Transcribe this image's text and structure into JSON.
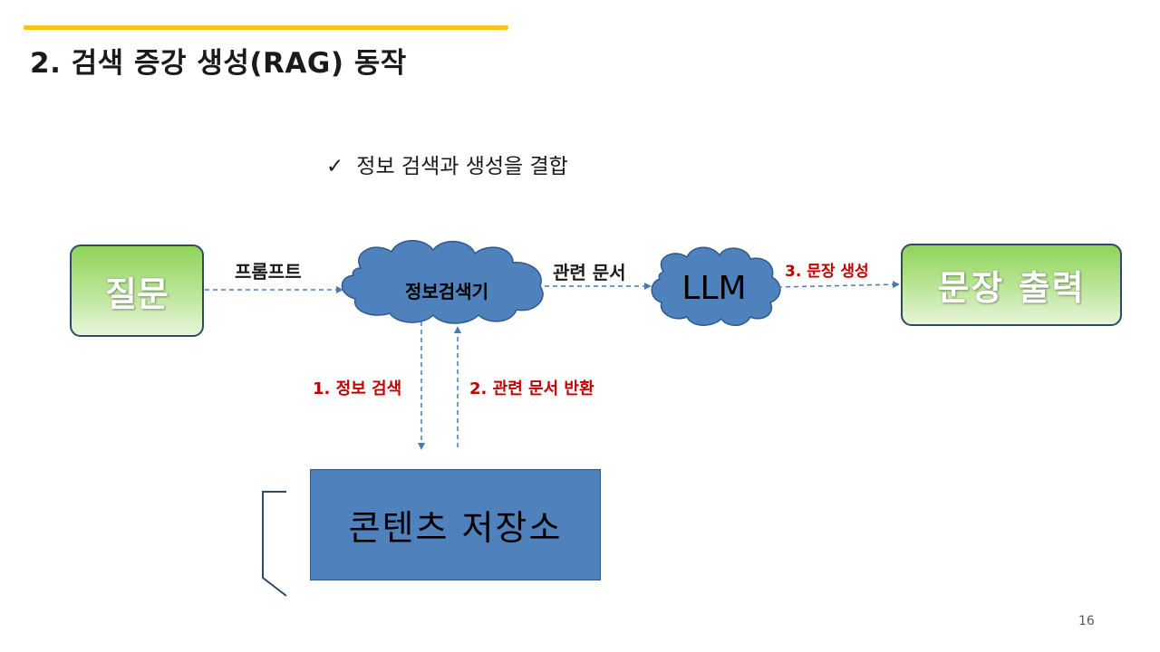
{
  "slide": {
    "title": "2. 검색 증강 생성(RAG) 동작",
    "subtitle_check": "✓",
    "subtitle": "정보 검색과 생성을 결합",
    "page_number": "16"
  },
  "nodes": {
    "question": "질문",
    "retriever": "정보검색기",
    "llm": "LLM",
    "output": "문장 출력",
    "store": "콘텐츠 저장소"
  },
  "edges": {
    "prompt": "프롬프트",
    "related_docs": "관련 문서",
    "generate": "3. 문장 생성",
    "search": "1. 정보 검색",
    "return_docs": "2. 관련 문서 반환"
  },
  "colors": {
    "accent": "#f5c518",
    "node_blue": "#4f81bd",
    "node_green": "#8fd45a",
    "arrow": "#4a7ab5",
    "step_label_red": "#c00000"
  }
}
